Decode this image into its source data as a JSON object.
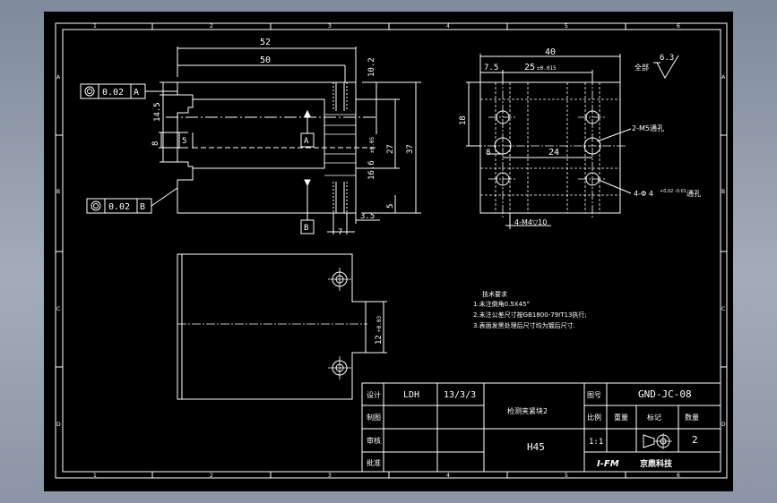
{
  "border_marks": {
    "top": [
      "1",
      "2",
      "3",
      "4",
      "5",
      "6"
    ],
    "bottom": [
      "1",
      "2",
      "3",
      "4",
      "5",
      "6"
    ],
    "left": [
      "A",
      "B",
      "C",
      "D"
    ],
    "right": [
      "A",
      "B",
      "C",
      "D"
    ]
  },
  "front_view": {
    "dim_52": "52",
    "dim_50": "50",
    "dim_10_2": "10.2",
    "dim_14_5": "14.5",
    "dim_5_left": "5",
    "dim_8": "8",
    "dim_16_6": "16.6",
    "dim_16_6_tol": "±0.05",
    "dim_27": "27",
    "dim_37": "37",
    "dim_5_right": "5",
    "dim_3_5": "3.5",
    "dim_7": "7",
    "gtol_top_value": "0.02",
    "gtol_top_datum": "A",
    "gtol_bottom_value": "0.02",
    "gtol_bottom_datum": "B",
    "datum_a": "A",
    "datum_b": "B"
  },
  "side_view": {
    "dim_40": "40",
    "dim_7_5": "7.5",
    "dim_25": "25",
    "dim_25_tol": "±0.015",
    "dim_18": "18",
    "dim_8": "8",
    "dim_24": "24",
    "note_m5": "2-M5通孔",
    "note_holes": "4-Φ 4",
    "note_holes_tol": "+0.02 -0.01",
    "note_holes_suffix": "通孔",
    "note_m4": "4-M4▽10",
    "roughness_label": "全部",
    "roughness_value": "6.3"
  },
  "top_view": {
    "dim_12": "12",
    "dim_12_tol": "+0.03"
  },
  "tech_notes": {
    "title": "技术要求",
    "line1": "1.未注倒角0.5X45°",
    "line2": "2.未注公差尺寸按GB1800-79IT13执行;",
    "line3": "3.表面发黑处理后尺寸均为镀后尺寸."
  },
  "title_block": {
    "row_labels": [
      "设计",
      "制图",
      "审核",
      "批准"
    ],
    "designer": "LDH",
    "date": "13/3/3",
    "part_name": "检测夹紧块2",
    "material": "H45",
    "drawing_label": "图号",
    "drawing_number": "GND-JC-08",
    "ratio_label": "比例",
    "weight_label": "重量",
    "standard_label": "标记",
    "quantity_label": "数量",
    "ratio_value": "1:1",
    "quantity_value": "2",
    "company_logo": "I-FM",
    "company_name": "京鼎科技"
  }
}
